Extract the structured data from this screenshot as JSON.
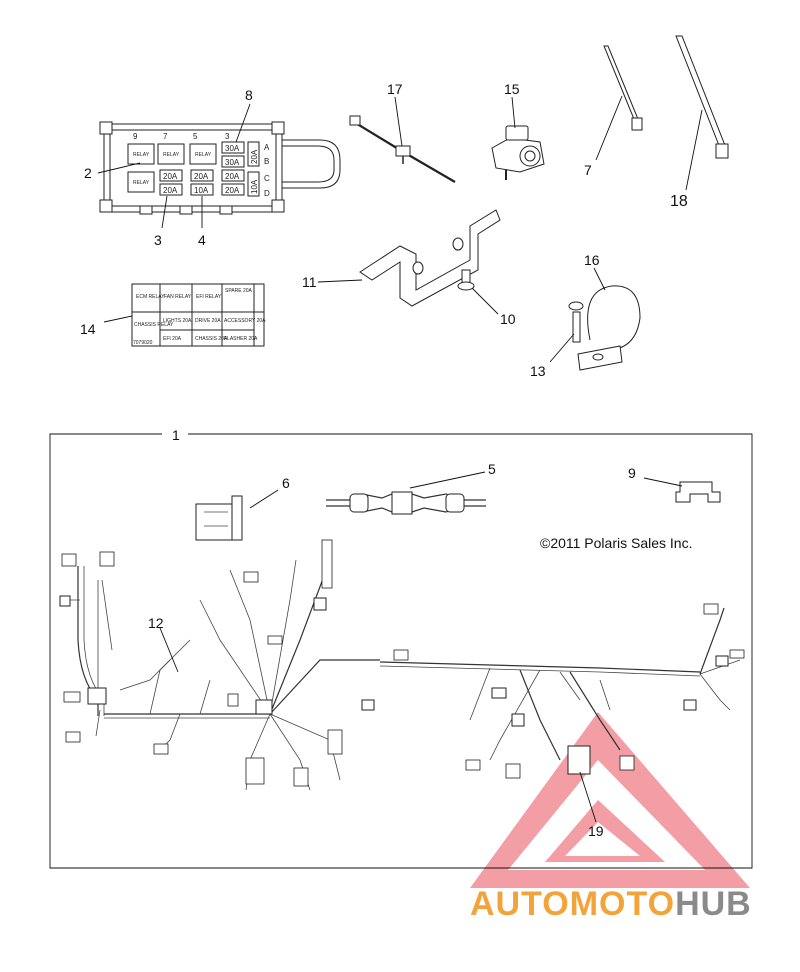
{
  "diagram": {
    "callouts": [
      "1",
      "2",
      "3",
      "4",
      "5",
      "6",
      "7",
      "8",
      "9",
      "10",
      "11",
      "12",
      "13",
      "14",
      "15",
      "16",
      "17",
      "18",
      "19"
    ],
    "copyright": "©2011 Polaris Sales Inc.",
    "fuse_box": {
      "top_labels": [
        "9",
        "7",
        "5",
        "3"
      ],
      "side_labels": [
        "A",
        "B",
        "C",
        "D"
      ],
      "relay_label": "RELAY",
      "fuses": [
        "30A",
        "30A",
        "20A",
        "20A",
        "20A",
        "20A",
        "10A",
        "20A",
        "20A",
        "10A"
      ]
    },
    "decal": {
      "headers": [
        "ECM RELAY",
        "FAN RELAY",
        "EFI RELAY",
        "SPARE 20A"
      ],
      "row1": [
        "CHASSIS RELAY",
        "LIGHTS 20A",
        "DRIVE 20A",
        "ACCESSORY 20A"
      ],
      "row2": [
        "",
        "EFI 20A",
        "CHASSIS 20A",
        "FLASHER 20A"
      ],
      "part_number": "7079020"
    }
  },
  "watermark": {
    "brand_part1": "AUTOMOTO",
    "brand_part2": "HUB",
    "color_red": "#e8505b",
    "color_orange": "#f2a33a",
    "color_gray": "#8a8a8a"
  }
}
